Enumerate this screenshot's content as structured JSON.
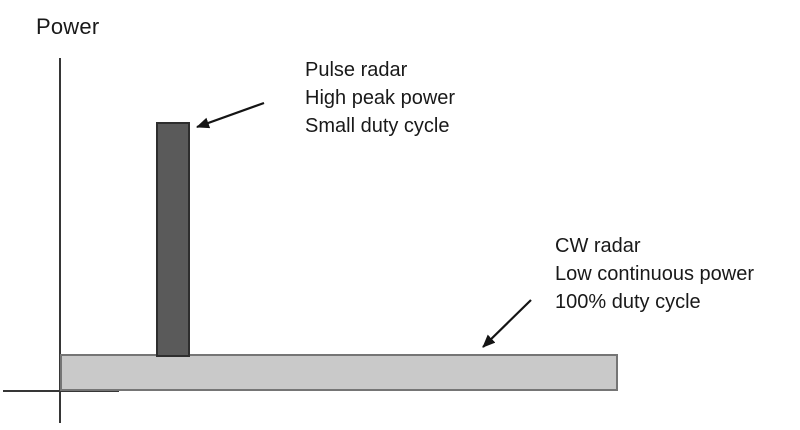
{
  "figure": {
    "y_axis_label": "Power",
    "annotations": {
      "pulse_radar": {
        "line1": "Pulse radar",
        "line2": "High peak power",
        "line3": "Small duty cycle"
      },
      "cw_radar": {
        "line1": "CW radar",
        "line2": "Low continuous power",
        "line3": "100% duty cycle"
      }
    },
    "bars": {
      "pulse_radar": {
        "description": "tall narrow dark bar: high peak power, small duty cycle"
      },
      "cw_radar": {
        "description": "long low light bar: low continuous power, 100% duty cycle"
      }
    },
    "colors": {
      "background": "#ffffff",
      "text": "#191919",
      "axis": "#363636",
      "arrow": "#141414",
      "pulse_bar_fill": "#5a5a5a",
      "pulse_bar_border": "#2e2e2e",
      "cw_bar_fill": "#c9c9c9",
      "cw_bar_border": "#757575"
    }
  }
}
